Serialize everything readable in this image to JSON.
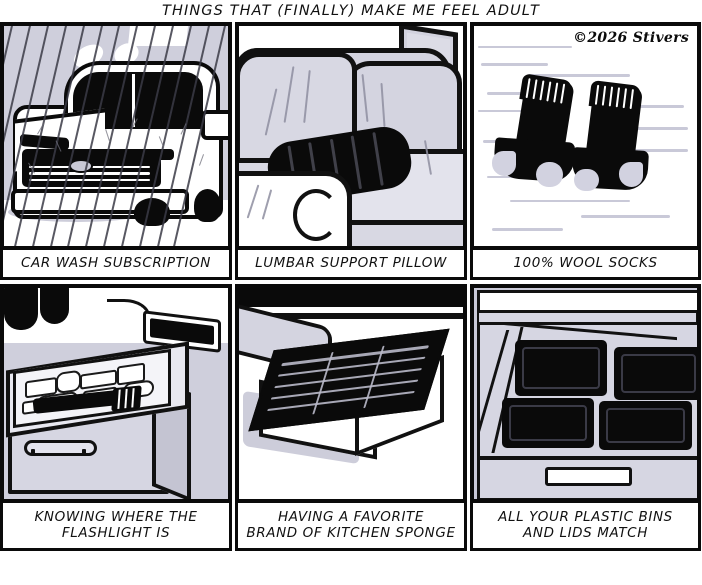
{
  "comic": {
    "title": "THINGS THAT (FINALLY) MAKE ME FEEL ADULT",
    "signature": "©2026 Stivers",
    "signature_panel": 3,
    "layout": {
      "rows": 2,
      "columns": 3,
      "total_panels": 6
    },
    "colors": {
      "ink": "#0a0a0a",
      "paper": "#ffffff",
      "background_tone": "#d0d0dc",
      "mid_tone": "#c6c6d6"
    },
    "panels": [
      {
        "index": 1,
        "row": 1,
        "column": 1,
        "caption": "CAR WASH SUBSCRIPTION",
        "scene": "A white SUV inside an automatic car wash with water spraying down and overhead lights glowing",
        "subject": "car",
        "art_name": "car-wash-panel"
      },
      {
        "index": 2,
        "row": 1,
        "column": 2,
        "caption": "LUMBAR SUPPORT PILLOW",
        "scene": "A pale gray couch with a black cylindrical lumbar roll pillow resting against the seat back, framed picture on the wall",
        "subject": "couch",
        "art_name": "lumbar-pillow-panel"
      },
      {
        "index": 3,
        "row": 1,
        "column": 3,
        "caption": "100% WOOL SOCKS",
        "scene": "A pair of black ribbed-cuff wool socks with light gray toes and heels laid on a white wood-grain floor",
        "subject": "socks",
        "art_name": "wool-socks-panel"
      },
      {
        "index": 4,
        "row": 2,
        "column": 1,
        "caption": "KNOWING WHERE THE\nFLASHLIGHT IS",
        "caption_lines": [
          "KNOWING WHERE THE",
          "FLASHLIGHT IS"
        ],
        "scene": "An open kitchen junk drawer full of clutter with a black flashlight on top; a charging tablet and canisters sit on the counter above",
        "subject": "drawer",
        "art_name": "flashlight-drawer-panel"
      },
      {
        "index": 5,
        "row": 2,
        "column": 2,
        "caption": "HAVING A FAVORITE\nBRAND OF KITCHEN SPONGE",
        "caption_lines": [
          "HAVING A FAVORITE",
          "BRAND OF KITCHEN SPONGE"
        ],
        "scene": "A rectangular kitchen sponge with a black scrubbing pad on top, sitting on a white counter beside the sink",
        "subject": "sponge",
        "art_name": "kitchen-sponge-panel"
      },
      {
        "index": 6,
        "row": 2,
        "column": 3,
        "caption": "ALL YOUR PLASTIC BINS\nAND LIDS MATCH",
        "caption_lines": [
          "ALL YOUR PLASTIC BINS",
          "AND LIDS MATCH"
        ],
        "scene": "An open cabinet drawer holding four matching black plastic food storage containers arranged in two rows",
        "subject": "containers",
        "art_name": "plastic-bins-panel"
      }
    ]
  }
}
